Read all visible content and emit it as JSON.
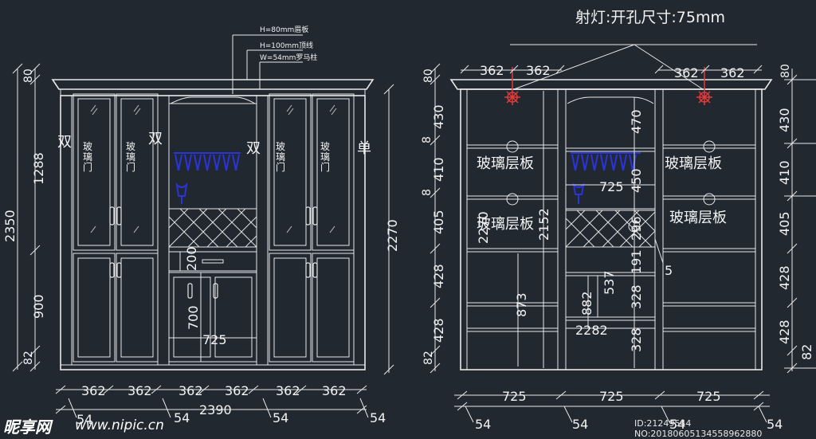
{
  "header": {
    "spotlight_note": "射灯:开孔尺寸:75mm"
  },
  "leaders": {
    "eyebrow": "H=80mm眉板",
    "crown": "H=100mm顶线",
    "column": "W=54mm罗马柱"
  },
  "left_elevation": {
    "labels": {
      "double1": "双",
      "double2": "双",
      "double3": "双",
      "single": "单",
      "glass_door": "玻\n璃\n门"
    },
    "left_dims": {
      "top": "80",
      "upper": "1288",
      "total": "2350",
      "lower": "900",
      "base": "82"
    },
    "right_dim": "2270",
    "center_dims": {
      "drawer": "200",
      "cabinet": "700",
      "width": "725"
    },
    "bottom_row": [
      "362",
      "362",
      "362",
      "362",
      "362",
      "362"
    ],
    "overall_width": "2390",
    "pillars": [
      "54",
      "54",
      "54",
      "54"
    ]
  },
  "right_elevation": {
    "top_dims": [
      "362",
      "362",
      "362",
      "362"
    ],
    "left_dims": [
      "80",
      "430",
      "8",
      "410",
      "8",
      "405",
      "428",
      "428",
      "82"
    ],
    "right_dims": [
      "80",
      "430",
      "410",
      "405",
      "428",
      "428",
      "82"
    ],
    "shelf_label": "玻璃层板",
    "inner_dims": {
      "h470": "470",
      "h450": "450",
      "h725": "725",
      "h296": "296",
      "h191": "191",
      "h537": "537",
      "h328a": "328",
      "h882": "882",
      "h328b": "328",
      "h873": "873",
      "h2270": "2270",
      "h2152": "2152",
      "w2282": "2282",
      "gap5": "5"
    },
    "bottom_row": [
      "725",
      "725",
      "725"
    ],
    "pillars": [
      "54",
      "54",
      "54",
      "54"
    ]
  },
  "watermark": {
    "logo": "昵享网",
    "url": "www.nipic.cn",
    "id": "ID:21249544 NO:20180605134558962880"
  }
}
